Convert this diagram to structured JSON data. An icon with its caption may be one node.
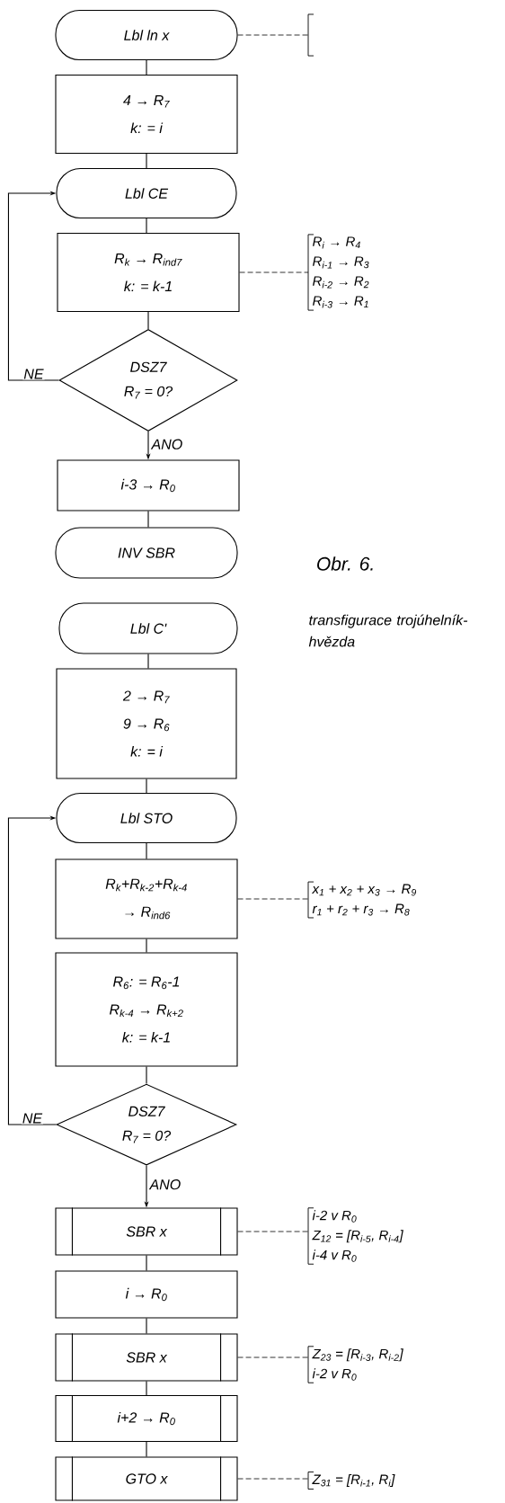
{
  "diagram": {
    "caption": "Obr. 6.",
    "nodes": [
      {
        "text": [
          "Lbl ln x"
        ]
      },
      {
        "text": [
          "4 → R$_{7}$",
          "k: = i"
        ]
      },
      {
        "text": [
          "Lbl CE"
        ]
      },
      {
        "text": [
          "R$_{k}$ → R$_{ind7}$",
          "k: = k-1"
        ]
      },
      {
        "text": [
          "DSZ7",
          "R$_{7}$ = 0?"
        ]
      },
      {
        "text": [
          "i-3 → R$_{0}$"
        ]
      },
      {
        "text": [
          "INV SBR"
        ]
      },
      {
        "text": [
          "Lbl C'"
        ]
      },
      {
        "text": [
          "2 → R$_{7}$",
          "9 → R$_{6}$",
          "k: = i"
        ]
      },
      {
        "text": [
          "Lbl STO"
        ]
      },
      {
        "text": [
          "R$_{k}$+R$_{k-2}$+R$_{k-4}$",
          "→ R$_{ind6}$"
        ]
      },
      {
        "text": [
          "R$_{6}$: = R$_{6}$-1",
          "R$_{k-4}$ → R$_{k+2}$",
          "k: = k-1"
        ]
      },
      {
        "text": [
          "DSZ7",
          "R$_{7}$ = 0?"
        ]
      },
      {
        "text": [
          "SBR x"
        ]
      },
      {
        "text": [
          "i → R$_{0}$"
        ]
      },
      {
        "text": [
          "SBR x"
        ]
      },
      {
        "text": [
          "i+2 → R$_{0}$"
        ]
      },
      {
        "text": [
          "GTO x"
        ]
      },
      {
        "text": [],
        "shape": "bracket"
      },
      {
        "text": [
          "R$_{i}$ → R$_{4}$",
          "R$_{i-1}$ → R$_{3}$",
          "R$_{i-2}$ → R$_{2}$",
          "R$_{i-3}$ → R$_{1}$"
        ]
      },
      {
        "text": [
          "x$_{1}$ + x$_{2}$ + x$_{3}$ → R$_{9}$",
          "r$_{1}$ + r$_{2}$ + r$_{3}$ → R$_{8}$"
        ]
      },
      {
        "text": [
          "i-2 v R$_{0}$",
          "Z$_{12}$ = [R$_{i-5}$, R$_{i-4}$]",
          "i-4 v R$_{0}$"
        ]
      },
      {
        "text": [
          "Z$_{23}$ = [R$_{i-3}$, R$_{i-2}$]",
          "i-2 v R$_{0}$"
        ]
      },
      {
        "text": [
          "Z$_{31}$ = [R$_{i-1}$, R$_{i}$]"
        ]
      }
    ],
    "edges": [
      {
        "from": 0,
        "to": 1,
        "arrow": "none"
      },
      {
        "from": 1,
        "to": 2,
        "arrow": "none"
      },
      {
        "from": 2,
        "to": 3,
        "arrow": "none"
      },
      {
        "from": 3,
        "to": 4,
        "arrow": "none"
      },
      {
        "from": 4,
        "to": 5,
        "arrow": "to",
        "label": "ANO"
      },
      {
        "from": 4,
        "to": 2,
        "arrow": "to",
        "label": "NE"
      },
      {
        "from": 5,
        "to": 6,
        "arrow": "none"
      },
      {
        "from": 7,
        "to": 8,
        "arrow": "none"
      },
      {
        "from": 8,
        "to": 9,
        "arrow": "none"
      },
      {
        "from": 9,
        "to": 10,
        "arrow": "none"
      },
      {
        "from": 10,
        "to": 11,
        "arrow": "none"
      },
      {
        "from": 11,
        "to": 12,
        "arrow": "none"
      },
      {
        "from": 12,
        "to": 13,
        "arrow": "to",
        "label": "ANO"
      },
      {
        "from": 12,
        "to": 9,
        "arrow": "to",
        "label": "NE"
      },
      {
        "from": 13,
        "to": 14,
        "arrow": "none"
      },
      {
        "from": 14,
        "to": 15,
        "arrow": "none"
      },
      {
        "from": 15,
        "to": 16,
        "arrow": "none"
      },
      {
        "from": 16,
        "to": 17,
        "arrow": "none"
      },
      {
        "from": 0,
        "to": 18,
        "arrow": "none",
        "style": "dashed"
      },
      {
        "from": 3,
        "to": 19,
        "arrow": "none",
        "style": "dashed"
      },
      {
        "from": 10,
        "to": 20,
        "arrow": "none",
        "style": "dashed"
      },
      {
        "from": 13,
        "to": 21,
        "arrow": "none",
        "style": "dashed"
      },
      {
        "from": 15,
        "to": 22,
        "arrow": "none",
        "style": "dashed"
      },
      {
        "from": 17,
        "to": 23,
        "arrow": "none",
        "style": "dashed"
      }
    ],
    "labels": [
      "transfigurace trojúhelník-hvězda"
    ]
  }
}
